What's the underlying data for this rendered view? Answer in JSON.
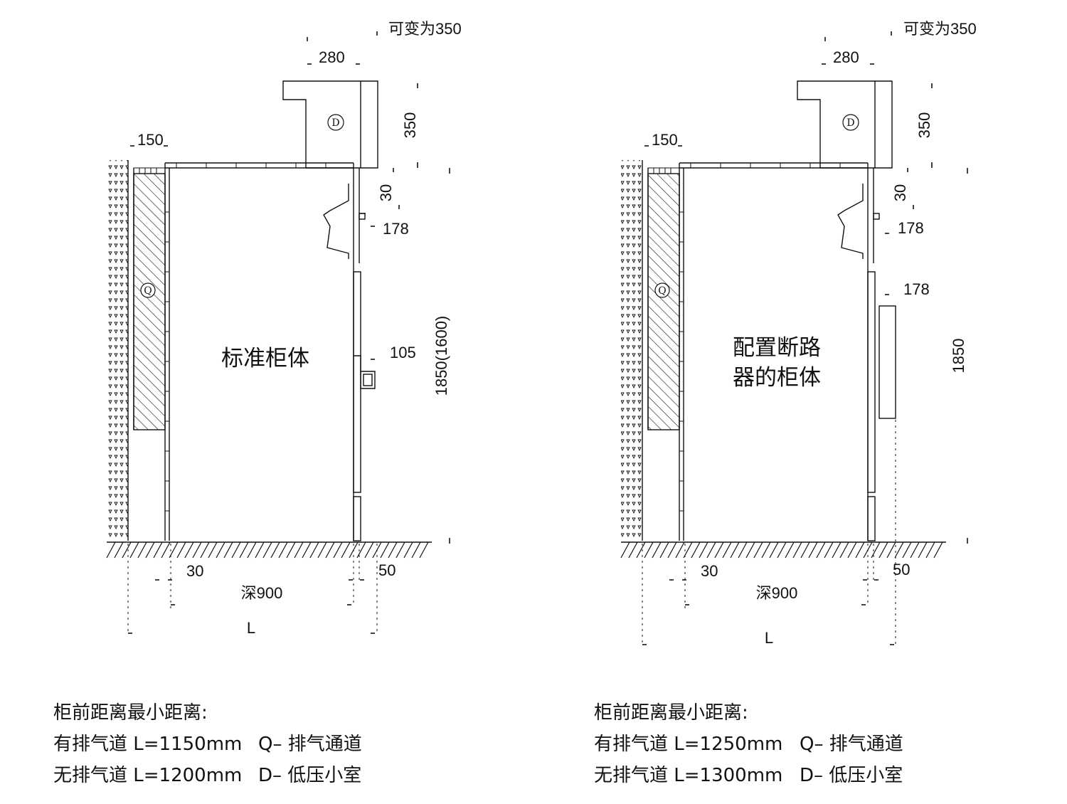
{
  "left": {
    "cabinet_label": "标准柜体",
    "dims": {
      "variable": "可变为350",
      "top_width": "280",
      "box_height": "350",
      "back_gap": "150",
      "gap_30_v": "30",
      "side_178": "178",
      "side_105": "105",
      "height": "1850(1600)",
      "bottom_30": "30",
      "bottom_50": "50",
      "depth": "深900",
      "L": "L"
    },
    "markers": {
      "Q": "Q",
      "D": "D"
    },
    "caption": {
      "line1": "柜前距离最小距离:",
      "line2_a": "有排气道 L=1150mm",
      "line2_b": "Q– 排气通道",
      "line3_a": "无排气道 L=1200mm",
      "line3_b": "D– 低压小室"
    }
  },
  "right": {
    "cabinet_label_1": "配置断路",
    "cabinet_label_2": "器的柜体",
    "dims": {
      "variable": "可变为350",
      "top_width": "280",
      "box_height": "350",
      "back_gap": "150",
      "gap_30_v": "30",
      "side_178_a": "178",
      "side_178_b": "178",
      "height": "1850",
      "bottom_30": "30",
      "bottom_50": "50",
      "depth": "深900",
      "L": "L"
    },
    "markers": {
      "Q": "Q",
      "D": "D"
    },
    "caption": {
      "line1": "柜前距离最小距离:",
      "line2_a": "有排气道 L=1250mm",
      "line2_b": "Q– 排气通道",
      "line3_a": "无排气道 L=1300mm",
      "line3_b": "D– 低压小室"
    }
  }
}
